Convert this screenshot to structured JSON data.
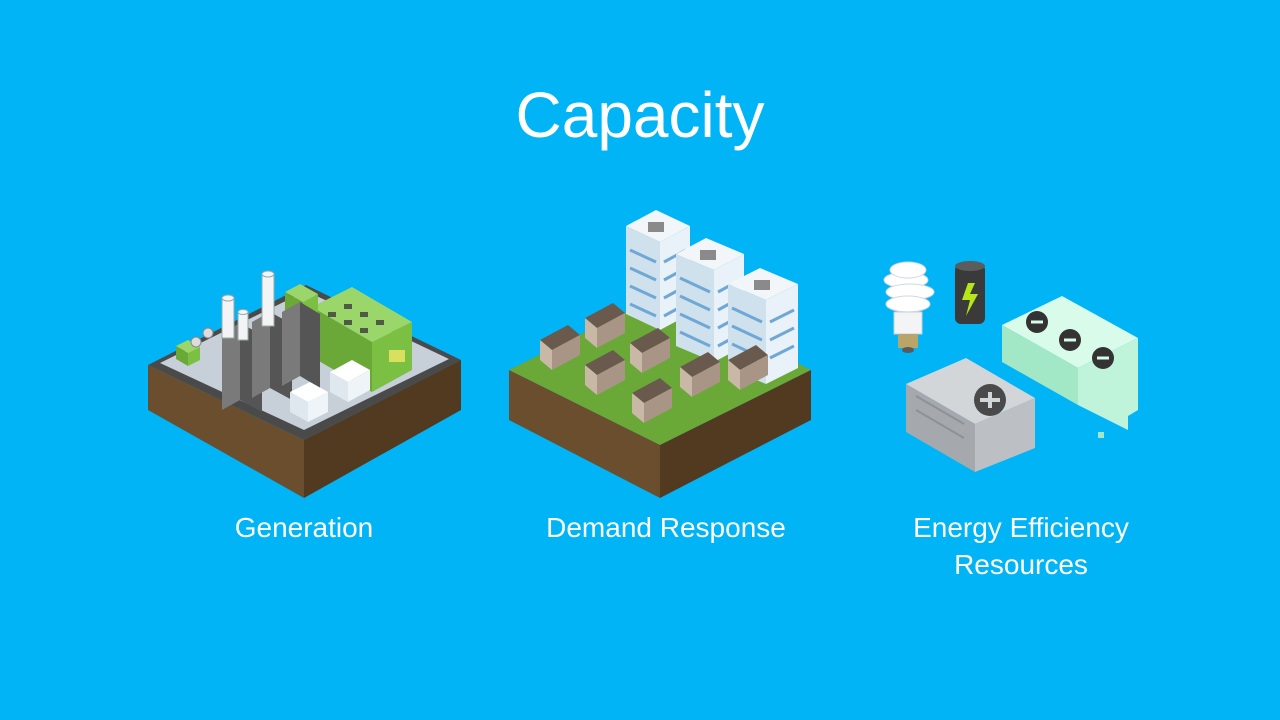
{
  "title": "Capacity",
  "colors": {
    "background": "#00b4f6",
    "soil": "#6b4e2d",
    "grass": "#6aa837",
    "building": "#e8f2f8",
    "factory_green": "#78c043",
    "chiller_mint": "#b5f0d4"
  },
  "items": [
    {
      "label": "Generation",
      "icon": "power-plant-icon"
    },
    {
      "label": "Demand Response",
      "icon": "neighborhood-icon"
    },
    {
      "label": "Energy Efficiency\nResources",
      "icon": "efficiency-equipment-icon"
    }
  ]
}
